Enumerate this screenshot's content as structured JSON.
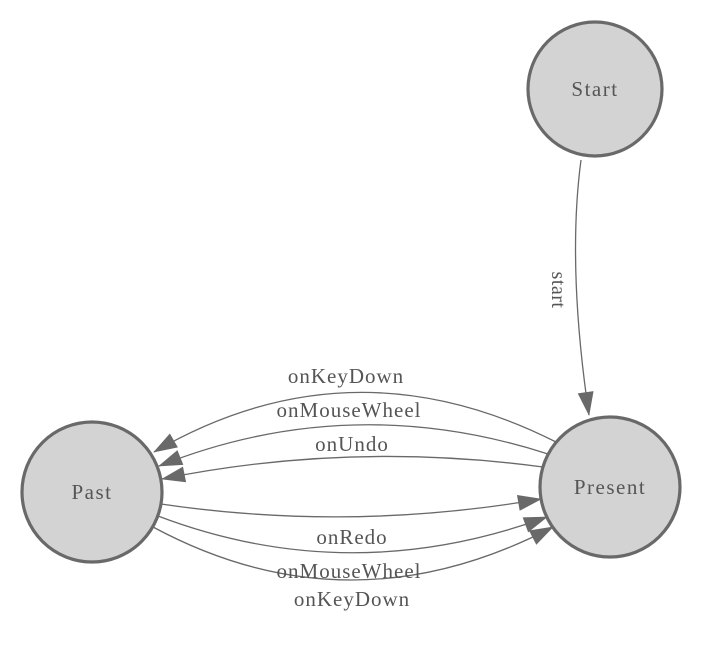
{
  "diagram": {
    "kind": "state-machine",
    "background_color": "#ffffff",
    "node_fill_color": "#d3d3d3",
    "node_border_color": "#696969",
    "edge_color": "#696969",
    "arrowhead_color": "#696969",
    "label_color": "#555555",
    "nodes": [
      {
        "id": "start",
        "label": "Start"
      },
      {
        "id": "present",
        "label": "Present"
      },
      {
        "id": "past",
        "label": "Past"
      }
    ],
    "edges": [
      {
        "from": "Start",
        "to": "Present",
        "label": "start"
      },
      {
        "from": "Present",
        "to": "Past",
        "label": "onKeyDown"
      },
      {
        "from": "Present",
        "to": "Past",
        "label": "onMouseWheel"
      },
      {
        "from": "Present",
        "to": "Past",
        "label": "onUndo"
      },
      {
        "from": "Past",
        "to": "Present",
        "label": "onRedo"
      },
      {
        "from": "Past",
        "to": "Present",
        "label": "onMouseWheel"
      },
      {
        "from": "Past",
        "to": "Present",
        "label": "onKeyDown"
      }
    ]
  }
}
